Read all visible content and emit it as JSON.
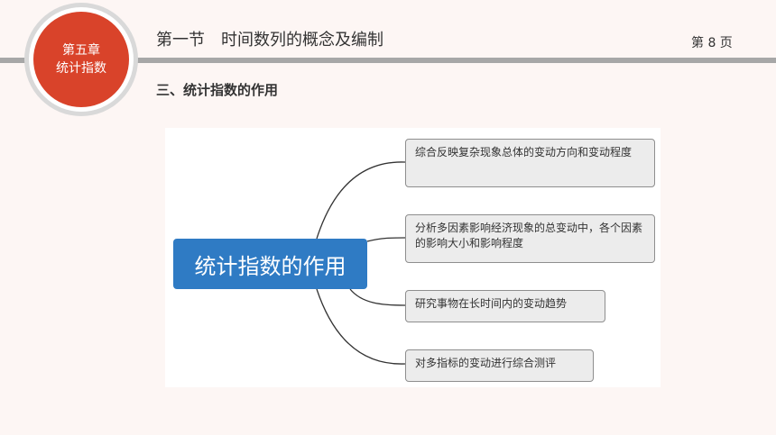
{
  "badge": {
    "line1": "第五章",
    "line2": "统计指数"
  },
  "header": {
    "chapter_title": "第一节　时间数列的概念及编制",
    "page_number": "第 8 页"
  },
  "section_title": "三、统计指数的作用",
  "mindmap": {
    "central": "统计指数的作用",
    "branches": [
      "综合反映复杂现象总体的变动方向和变动程度",
      "分析多因素影响经济现象的总变动中，各个因素的影响大小和影响程度",
      "研究事物在长时间内的变动趋势",
      "对多指标的变动进行综合测评"
    ]
  },
  "colors": {
    "accent": "#d9432a",
    "central_box": "#2f7bc4",
    "branch_box": "#ececec",
    "connector": "#333333",
    "divider": "#a7a7a7"
  }
}
